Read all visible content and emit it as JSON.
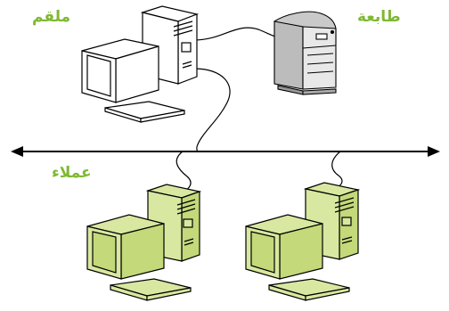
{
  "labels": {
    "server": "ملقم",
    "printer": "طابعة",
    "clients": "عملاء"
  },
  "colors": {
    "accent": "#7fb832",
    "client_fill": "#d8e8a0",
    "client_screen": "#c3d97a",
    "line": "#000000",
    "device_fill": "#ffffff",
    "printer_gray": "#d0d0d0"
  },
  "nodes": [
    {
      "id": "server",
      "type": "computer",
      "style": "white",
      "icon": "desktop-computer-icon"
    },
    {
      "id": "printer",
      "type": "printer",
      "style": "gray",
      "icon": "printer-icon"
    },
    {
      "id": "client-1",
      "type": "computer",
      "style": "green",
      "icon": "desktop-computer-icon"
    },
    {
      "id": "client-2",
      "type": "computer",
      "style": "green",
      "icon": "desktop-computer-icon"
    }
  ],
  "network": {
    "type": "bus",
    "arrows": "both-ends"
  }
}
